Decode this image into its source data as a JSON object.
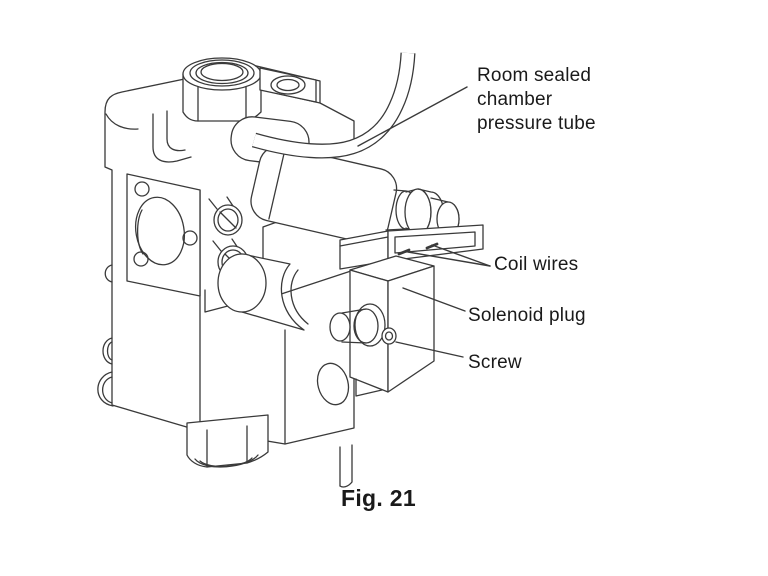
{
  "figure_caption": "Fig. 21",
  "callouts": {
    "pressure_tube": "Room sealed\nchamber\npressure tube",
    "coil_wires": "Coil wires",
    "solenoid_plug": "Solenoid plug",
    "screw": "Screw"
  },
  "colors": {
    "line_color": "#3a3a3a",
    "text_color": "#1a1a1a",
    "background": "#ffffff"
  }
}
